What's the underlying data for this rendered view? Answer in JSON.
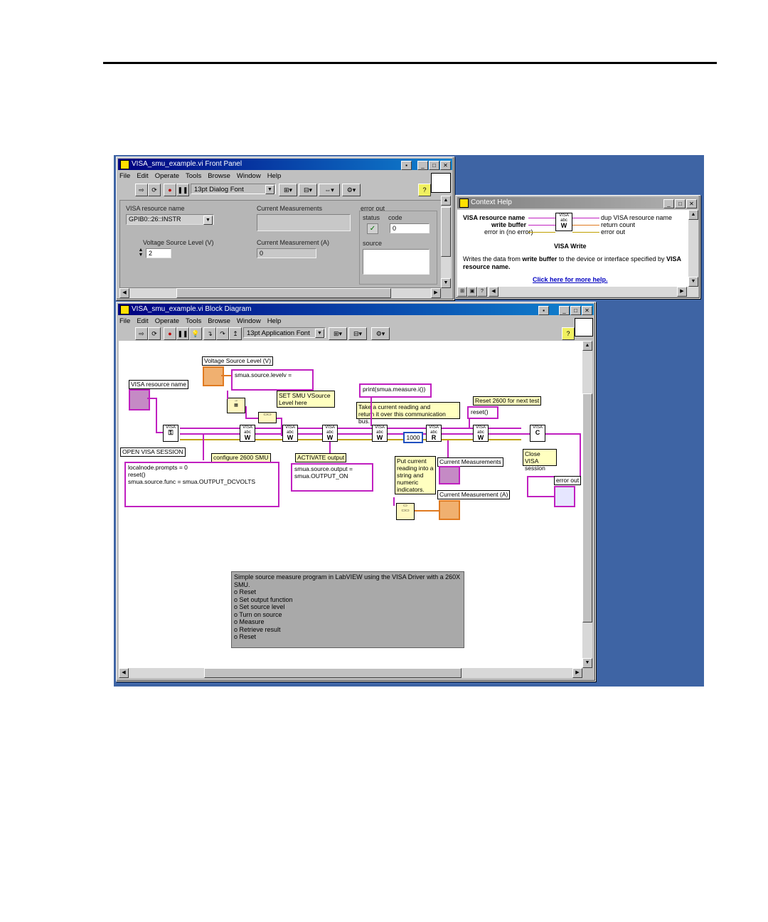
{
  "front_panel": {
    "title": "VISA_smu_example.vi Front Panel",
    "menu": [
      "File",
      "Edit",
      "Operate",
      "Tools",
      "Browse",
      "Window",
      "Help"
    ],
    "font_select": "13pt Dialog Font",
    "visa_label": "VISA resource name",
    "visa_value": "GPIB0::26::INSTR",
    "voltage_label": "Voltage Source Level (V)",
    "voltage_value": "2",
    "current_measurements_label": "Current Measurements",
    "current_measurement_a_label": "Current Measurement (A)",
    "current_measurement_a_value": "0",
    "error_out_label": "error out",
    "status_label": "status",
    "code_label": "code",
    "code_value": "0",
    "source_label": "source"
  },
  "context_help": {
    "title": "Context Help",
    "inputs": [
      "VISA resource name",
      "write buffer",
      "error in (no error)"
    ],
    "outputs": [
      "dup VISA resource name",
      "return count",
      "error out"
    ],
    "function_name": "VISA Write",
    "desc_1": "Writes the data from ",
    "desc_bold": "write buffer",
    "desc_2": " to the device or interface specified by ",
    "desc_bold2": "VISA",
    "desc_line2": "resource name.",
    "link": "Click here for more help."
  },
  "block_diagram": {
    "title": "VISA_smu_example.vi Block Diagram",
    "menu": [
      "File",
      "Edit",
      "Operate",
      "Tools",
      "Browse",
      "Window",
      "Help"
    ],
    "font_select": "13pt Application Font",
    "labels": {
      "voltage_source_level": "Voltage Source Level (V)",
      "visa_resource_name": "VISA resource name",
      "open_visa_session": "OPEN VISA SESSION",
      "configure_smu": "configure 2600 SMU",
      "activate_output": "ACTIVATE output",
      "current_measurements": "Current Measurements",
      "current_measurement_a": "Current Measurement (A)",
      "reset_2600": "Reset 2600 for next test",
      "close_visa": "Close VISA",
      "close_visa_2": "session",
      "error_out": "error out"
    },
    "strings": {
      "levelv": "smua.source.levelv =",
      "print": "print(smua.measure.i())",
      "reset": "reset()",
      "config_1": "localnode.prompts = 0",
      "config_2": "reset()",
      "config_3": "smua.source.func = smua.OUTPUT_DCVOLTS",
      "output_1": "smua.source.output =",
      "output_2": "smua.OUTPUT_ON",
      "count": "1000"
    },
    "notes": {
      "set_smu_1": "SET SMU VSource",
      "set_smu_2": "Level here",
      "take_1": "Take a current reading and",
      "take_2": "return it over this communication bus.",
      "put_1": "Put current",
      "put_2": "reading into a",
      "put_3": "string and",
      "put_4": "numeric",
      "put_5": "indicators."
    },
    "comment": [
      "Simple source measure program in LabVIEW using the VISA Driver with a 260X SMU.",
      "o Reset",
      "o Set output function",
      "o Set source level",
      "o Turn on source",
      "o Measure",
      "o Retrieve result",
      "o Reset"
    ]
  },
  "colors": {
    "desktop": "#3e64a4",
    "visa_wire": "#c020c0",
    "numeric": "#e07a20",
    "titlebar": "#000080"
  }
}
